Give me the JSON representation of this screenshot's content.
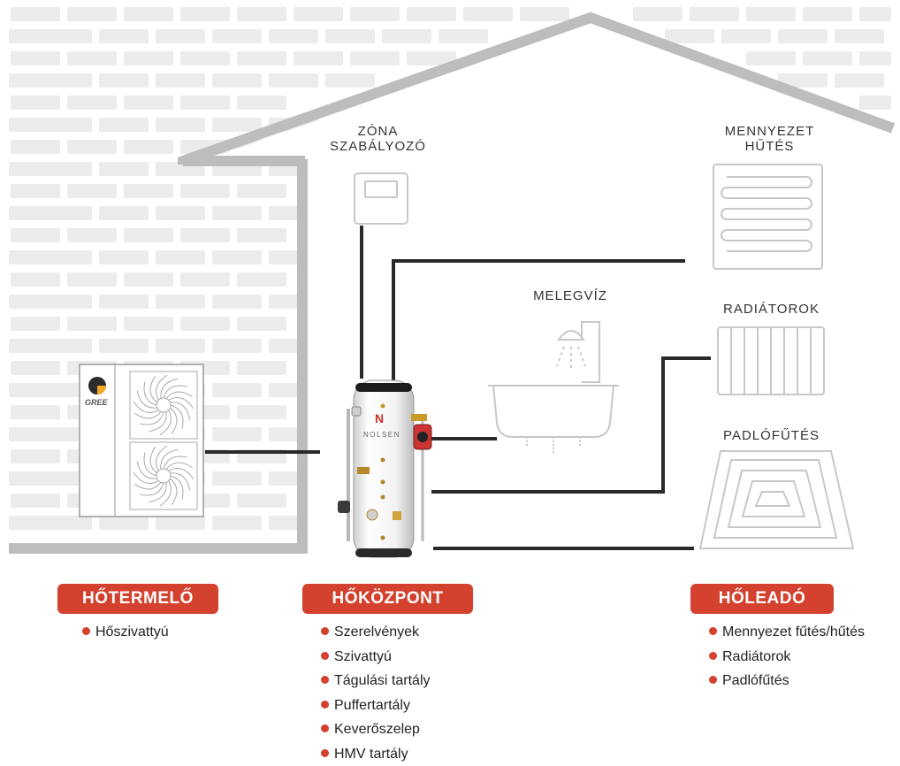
{
  "labels": {
    "zone_controller": [
      "ZÓNA",
      "SZABÁLYOZÓ"
    ],
    "ceiling": [
      "MENNYEZET",
      "HŰTÉS"
    ],
    "hot_water": "MELEGVÍZ",
    "radiators": "RADIÁTOROK",
    "floor": "PADLÓFŰTÉS"
  },
  "brands": {
    "outdoor_unit": "GREE",
    "tank": "NOLSEN"
  },
  "sections": [
    {
      "title": "HŐTERMELŐ",
      "items": [
        "Hőszivattyú"
      ]
    },
    {
      "title": "HŐKÖZPONT",
      "items": [
        "Szerelvények",
        "Szivattyú",
        "Tágulási tartály",
        "Puffertartály",
        "Keverőszelep",
        "HMV tartály"
      ]
    },
    {
      "title": "HŐLEADÓ",
      "items": [
        "Mennyezet fűtés/hűtés",
        "Radiátorok",
        "Padlófűtés"
      ]
    }
  ],
  "colors": {
    "accent": "#d4412e",
    "brick": "#ececec",
    "wall_outline": "#bdbdbd",
    "pipe": "#2a2a2a",
    "icon_stroke": "#c8c8c8"
  }
}
